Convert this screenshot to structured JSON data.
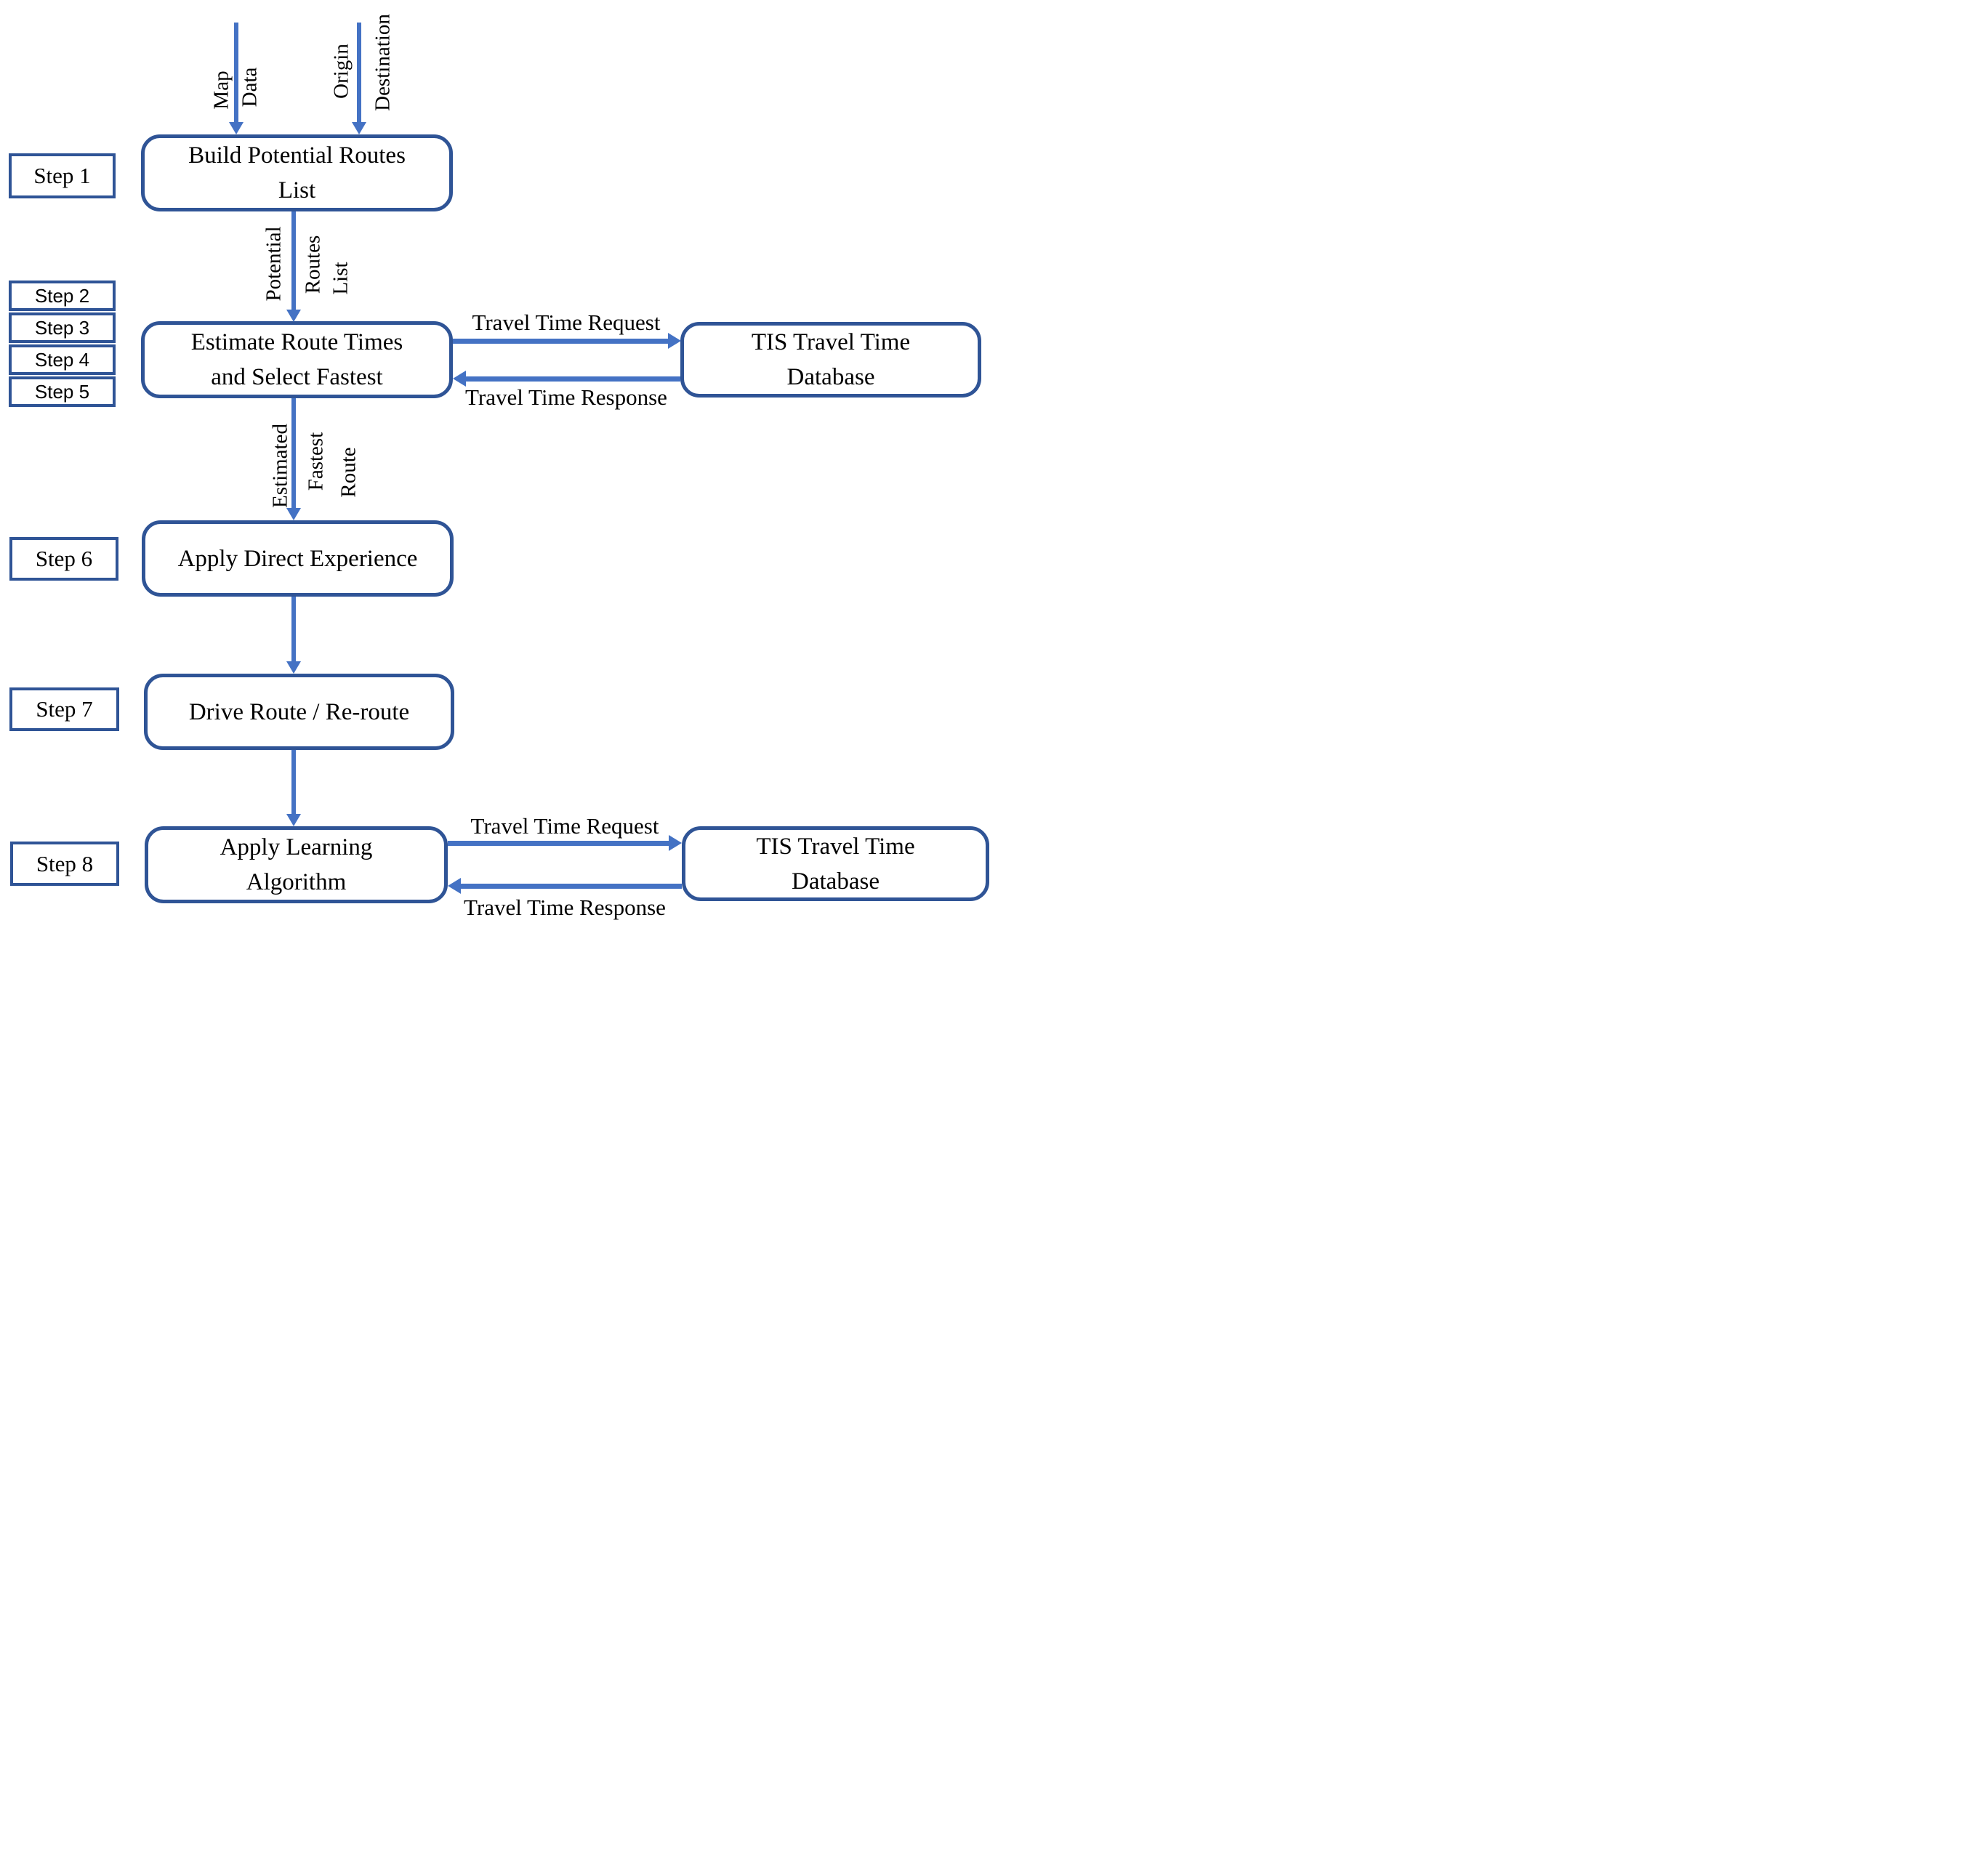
{
  "steps": [
    "Step 1",
    "Step 2",
    "Step 3",
    "Step 4",
    "Step 5",
    "Step 6",
    "Step 7",
    "Step 8"
  ],
  "boxes": {
    "build": [
      "Build Potential Routes",
      "List"
    ],
    "estimate": [
      "Estimate Route Times",
      "and Select Fastest"
    ],
    "tis1": [
      "TIS Travel Time",
      "Database"
    ],
    "apply_direct": [
      "Apply Direct Experience"
    ],
    "drive": [
      "Drive Route / Re-route"
    ],
    "apply_learning": [
      "Apply Learning",
      "Algorithm"
    ],
    "tis2": [
      "TIS Travel Time",
      "Database"
    ]
  },
  "edge_labels": {
    "map": "Map",
    "data": "Data",
    "origin": "Origin",
    "destination": "Destination",
    "potential": "Potential",
    "routes": "Routes",
    "list": "List",
    "estimated": "Estimated",
    "fastest": "Fastest",
    "route": "Route",
    "request_top": "Travel Time Request",
    "response_top": "Travel Time Response",
    "request_bottom": "Travel Time Request",
    "response_bottom": "Travel Time Response"
  },
  "colors": {
    "box_border": "#2F5496",
    "arrow": "#4472C4",
    "text": "#000000",
    "background": "#FFFFFF"
  }
}
